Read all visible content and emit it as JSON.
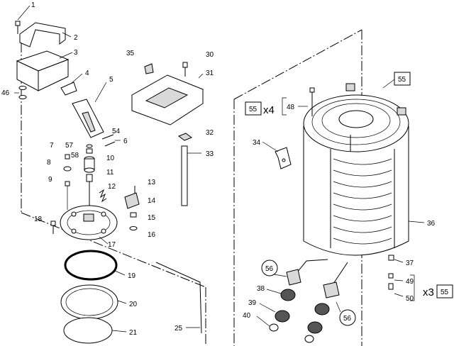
{
  "callouts": {
    "c1": "1",
    "c2": "2",
    "c3": "3",
    "c4": "4",
    "c5": "5",
    "c6": "6",
    "c7": "7",
    "c8": "8",
    "c9": "9",
    "c10": "10",
    "c11": "11",
    "c12": "12",
    "c13": "13",
    "c14": "14",
    "c15": "15",
    "c16": "16",
    "c17": "17",
    "c18": "18",
    "c19": "19",
    "c20": "20",
    "c21": "21",
    "c25": "25",
    "c30": "30",
    "c31": "31",
    "c32": "32",
    "c33": "33",
    "c34": "34",
    "c35": "35",
    "c36": "36",
    "c37": "37",
    "c38": "38",
    "c39": "39",
    "c40": "40",
    "c46": "46",
    "c48": "48",
    "c49": "49",
    "c50": "50",
    "c54": "54",
    "c57": "57",
    "c58": "58",
    "c55a": "55",
    "c55b": "55",
    "c55c": "55",
    "c56a": "56",
    "c56b": "56"
  },
  "multipliers": {
    "x4": "x4",
    "x3": "x3"
  }
}
